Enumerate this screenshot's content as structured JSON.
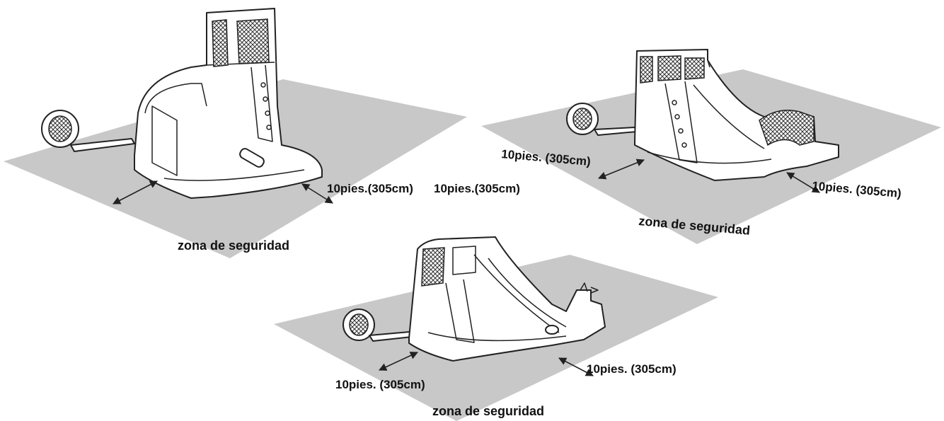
{
  "colors": {
    "zone_fill": "#c8c8c8",
    "outline": "#222222",
    "text": "#111111"
  },
  "diagrams": [
    {
      "zone_label": "zona de seguridad",
      "dimension_labels": [
        "10pies.(305cm)",
        "10pies.(305cm)"
      ]
    },
    {
      "zone_label": "zona de seguridad",
      "dimension_labels": [
        "10pies. (305cm)",
        "10pies. (305cm)"
      ]
    },
    {
      "zone_label": "zona de seguridad",
      "dimension_labels": [
        "10pies. (305cm)",
        "10pies. (305cm)"
      ]
    }
  ]
}
